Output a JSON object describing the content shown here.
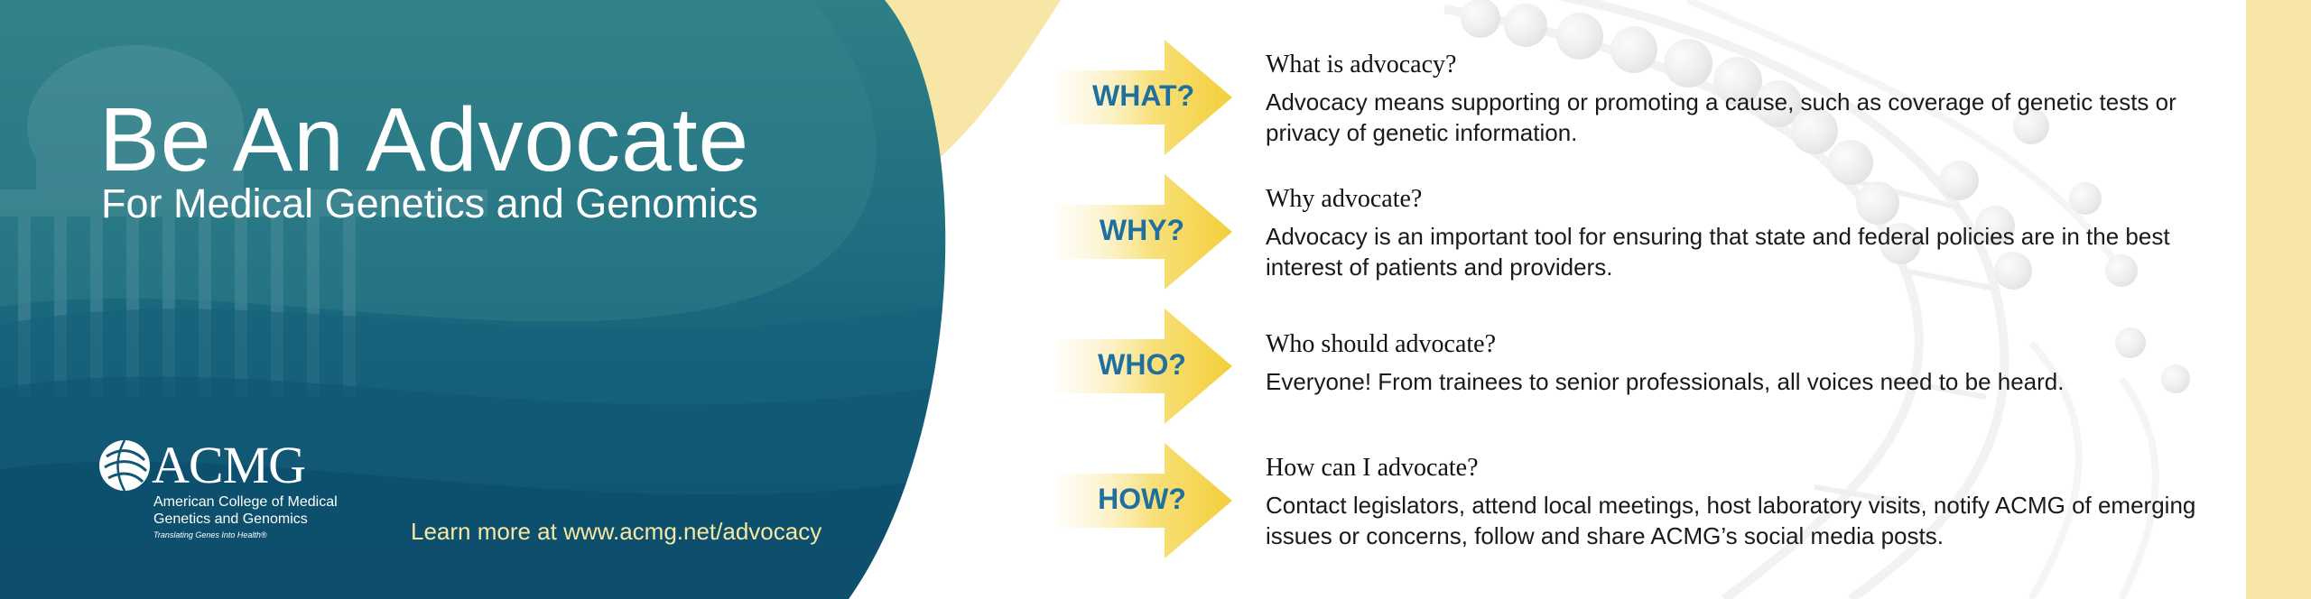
{
  "hero": {
    "title": "Be An Advocate",
    "subtitle": "For Medical Genetics and Genomics"
  },
  "logo": {
    "acronym": "ACMG",
    "org_line1": "American College of Medical",
    "org_line2": "Genetics and Genomics",
    "tagline": "Translating Genes Into Health®"
  },
  "learn_more": "Learn more at www.acmg.net/advocacy",
  "items": [
    {
      "tag": "WHAT?",
      "question": "What is advocacy?",
      "answer": "Advocacy means supporting or promoting a cause, such as coverage of genetic tests or privacy of genetic information."
    },
    {
      "tag": "WHY?",
      "question": "Why advocate?",
      "answer": "Advocacy is an important tool for ensuring that state and federal policies are in the best interest of patients and providers."
    },
    {
      "tag": "WHO?",
      "question": "Who should advocate?",
      "answer": "Everyone! From trainees to senior professionals, all voices need to be heard."
    },
    {
      "tag": "HOW?",
      "question": "How can I advocate?",
      "answer": "Contact legislators, attend local meetings, host laboratory visits, notify ACMG of emerging issues or concerns, follow and share ACMG’s social media posts."
    }
  ],
  "colors": {
    "teal_dark": "#0f5774",
    "teal": "#1f6e80",
    "yellow": "#f5d54a",
    "pale_yellow": "#f8e6a6",
    "tag_blue": "#1f6f9f"
  }
}
